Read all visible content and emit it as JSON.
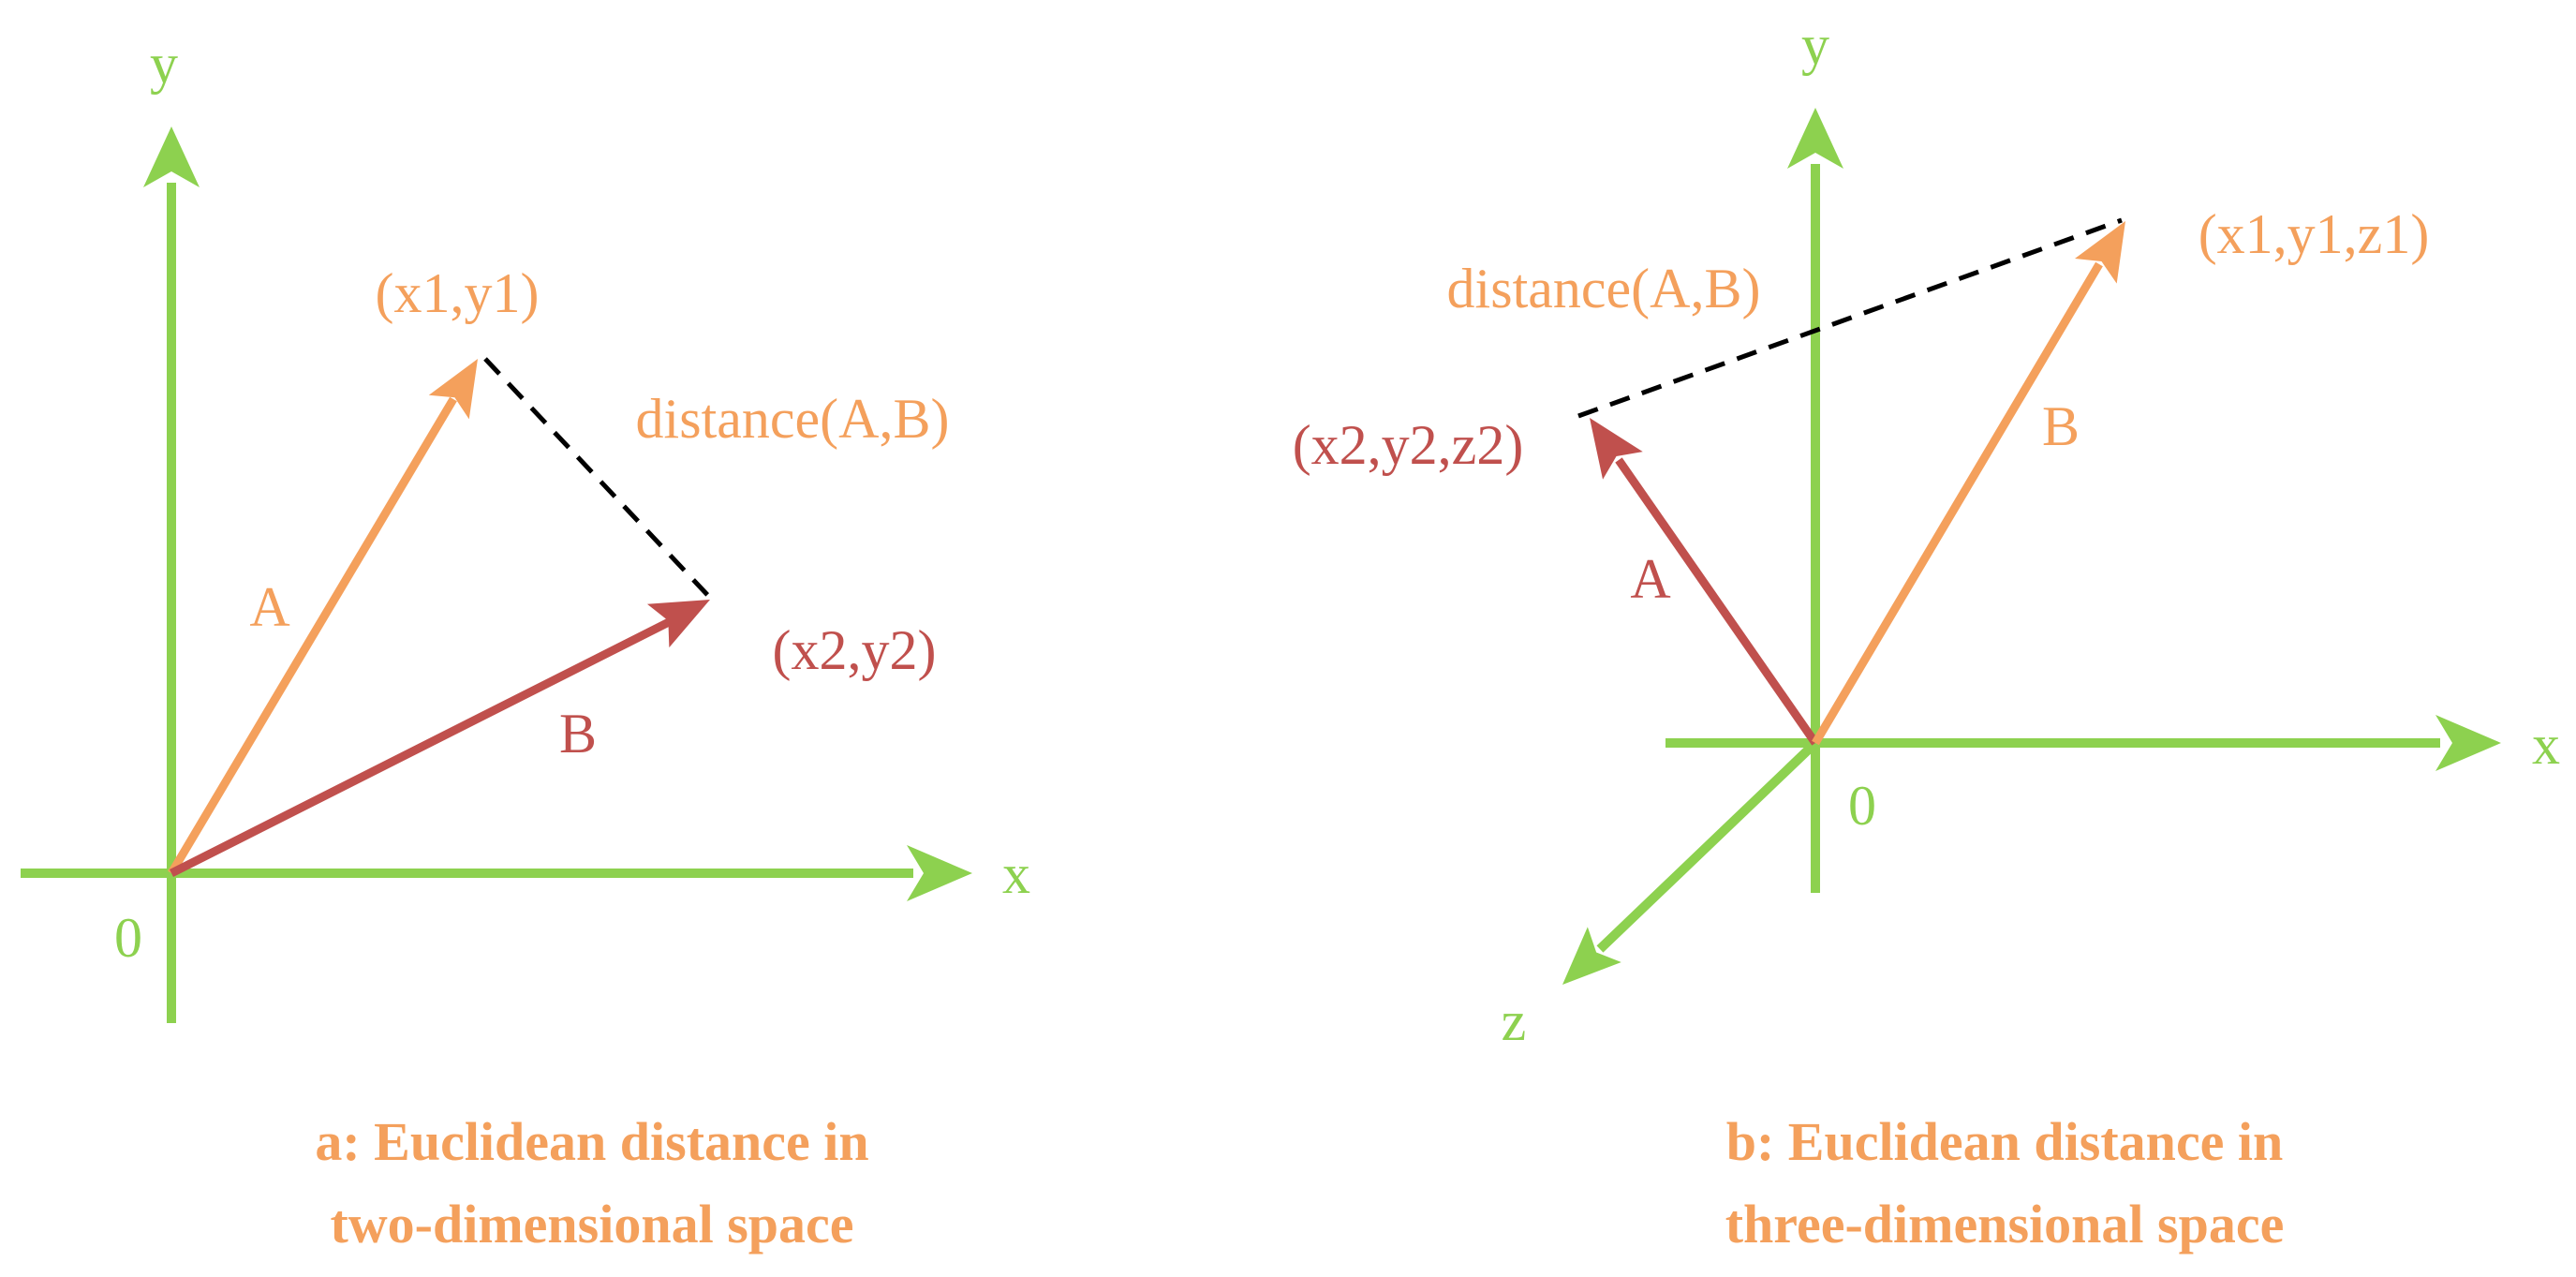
{
  "colors": {
    "axis": "#8dd14f",
    "vector_orange": "#f4a05c",
    "vector_red": "#c0504d",
    "dashed": "#000000",
    "caption": "#f4a05c"
  },
  "panel_a": {
    "axis_x_label": "x",
    "axis_y_label": "y",
    "origin_label": "0",
    "vector_a_label": "A",
    "vector_b_label": "B",
    "point_1_label": "(x1,y1)",
    "point_2_label": "(x2,y2)",
    "distance_label": "distance(A,B)",
    "caption_line1": "a: Euclidean distance in",
    "caption_line2": "two-dimensional space"
  },
  "panel_b": {
    "axis_x_label": "x",
    "axis_y_label": "y",
    "axis_z_label": "z",
    "origin_label": "0",
    "vector_a_label": "A",
    "vector_b_label": "B",
    "point_1_label": "(x1,y1,z1)",
    "point_2_label": "(x2,y2,z2)",
    "distance_label": "distance(A,B)",
    "caption_line1": "b: Euclidean distance in",
    "caption_line2": "three-dimensional space"
  }
}
